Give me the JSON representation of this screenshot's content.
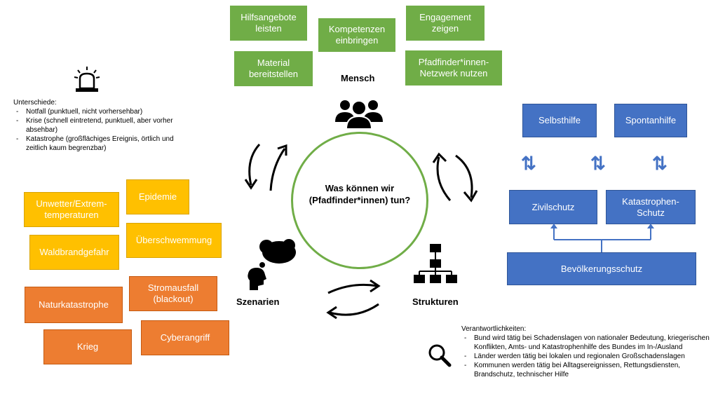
{
  "center": {
    "question": "Was können wir (Pfadfinder*innen) tun?"
  },
  "mensch": {
    "label": "Mensch",
    "boxes": [
      "Hilfsangebote leisten",
      "Kompetenzen einbringen",
      "Engagement zeigen",
      "Material bereitstellen",
      "Pfadfinder*innen-Netzwerk nutzen"
    ]
  },
  "szenarien": {
    "label": "Szenarien",
    "yellow": [
      "Unwetter/Extrem-temperaturen",
      "Epidemie",
      "Waldbrandgefahr",
      "Überschwemmung"
    ],
    "orange": [
      "Naturkatastrophe",
      "Stromausfall (blackout)",
      "Krieg",
      "Cyberangriff"
    ]
  },
  "strukturen": {
    "label": "Strukturen",
    "top": [
      "Selbsthilfe",
      "Spontanhilfe"
    ],
    "middle": [
      "Zivilschutz",
      "Katastrophen-Schutz"
    ],
    "bottom": "Bevölkerungsschutz"
  },
  "unterschiede": {
    "title": "Unterschiede:",
    "items": [
      "Notfall (punktuell, nicht vorhersehbar)",
      "Krise (schnell eintretend, punktuell, aber vorher absehbar)",
      "Katastrophe (großflächiges Ereignis, örtlich und zeitlich kaum begrenzbar)"
    ]
  },
  "verantwortlichkeiten": {
    "title": "Verantwortlichkeiten:",
    "items": [
      "Bund wird tätig bei Schadenslagen von nationaler Bedeutung, kriegerischen Konflikten, Amts- und Katastrophenhilfe des Bundes im In-/Ausland",
      "Länder werden tätig bei lokalen und regionalen Großschadenslagen",
      "Kommunen werden tätig bei Alltagsereignissen, Rettungsdiensten, Brandschutz, technischer Hilfe"
    ]
  },
  "icons": [
    "siren-icon",
    "people-group-icon",
    "thought-head-icon",
    "org-chart-icon",
    "magnifier-icon",
    "cycle-arrows-icon"
  ],
  "colors": {
    "green": "#70ad47",
    "yellow": "#ffc000",
    "orange": "#ed7d31",
    "blue": "#4472c4"
  }
}
